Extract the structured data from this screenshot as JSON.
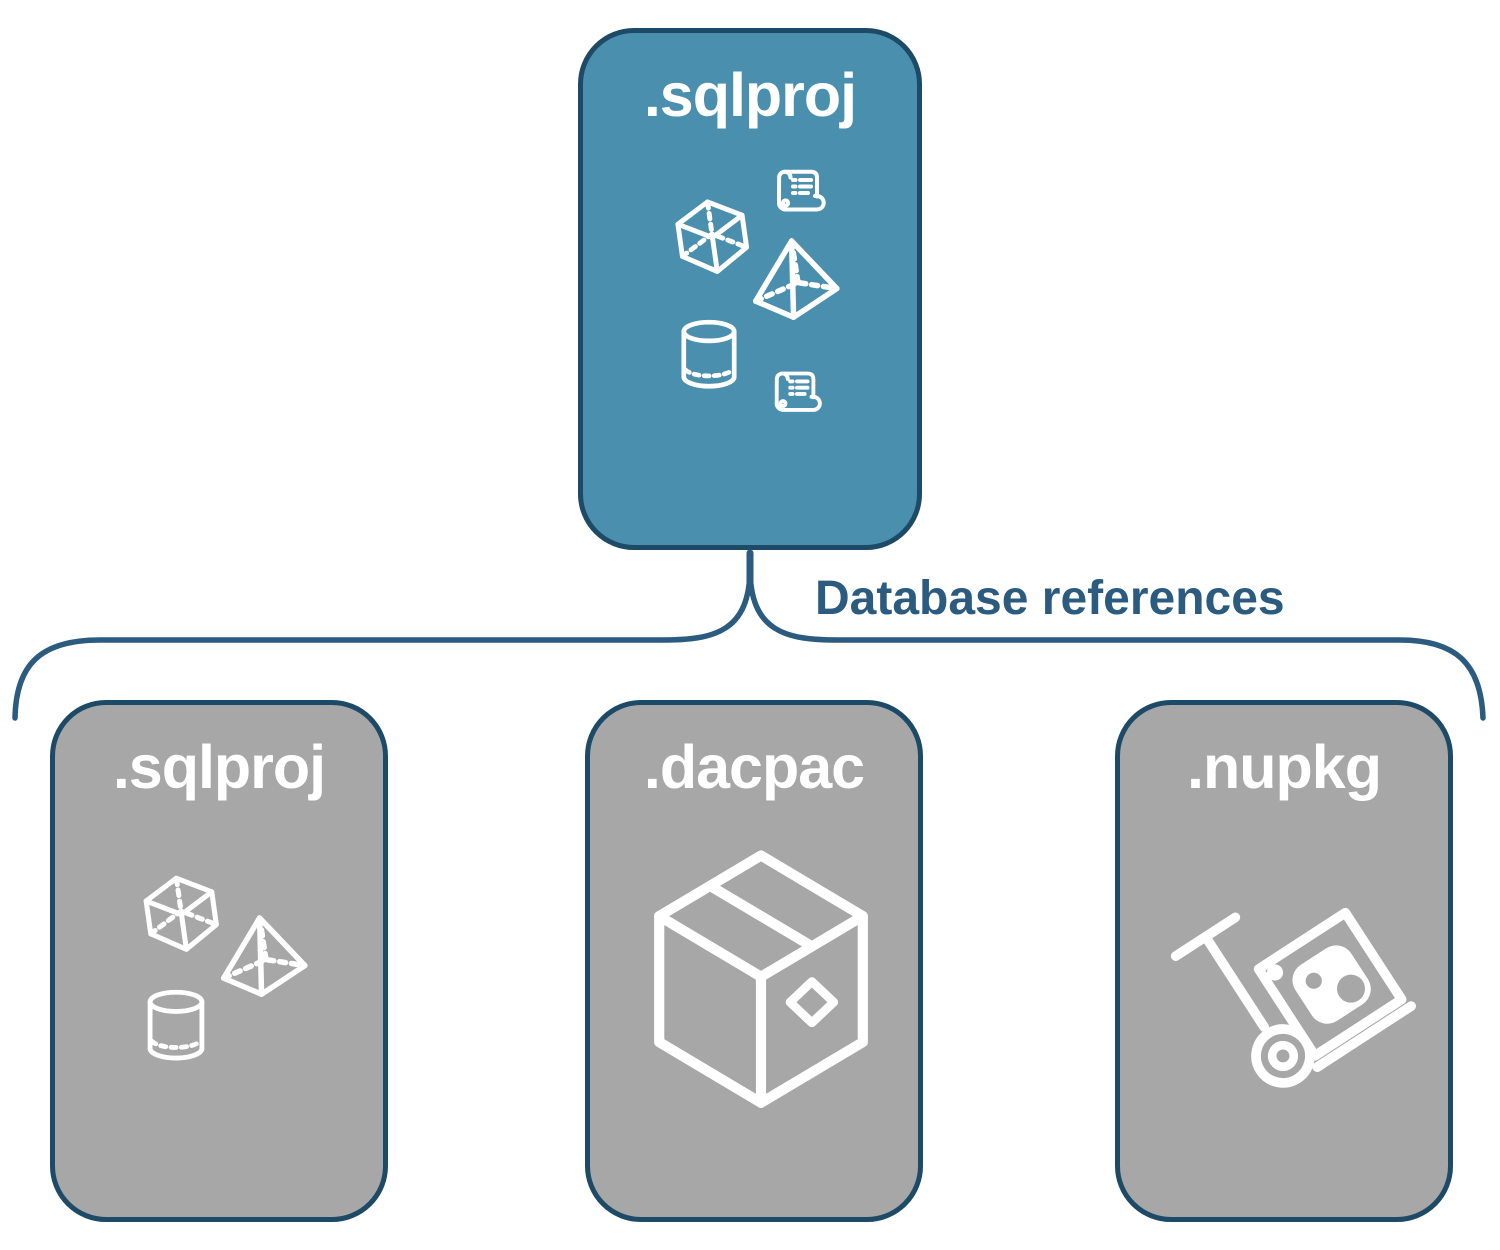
{
  "diagram": {
    "top_node": {
      "label": ".sqlproj",
      "icons": [
        "cube-icon",
        "scroll-icon",
        "pyramid-icon",
        "cylinder-icon",
        "scroll-icon"
      ]
    },
    "connector": {
      "label": "Database references"
    },
    "child_nodes": [
      {
        "label": ".sqlproj",
        "icons": [
          "cube-icon",
          "pyramid-icon",
          "cylinder-icon"
        ]
      },
      {
        "label": ".dacpac",
        "icons": [
          "package-box-icon"
        ]
      },
      {
        "label": ".nupkg",
        "icons": [
          "nuget-hand-truck-icon"
        ]
      }
    ],
    "colors": {
      "top_fill": "#4A8FAD",
      "node_border": "#1D4A66",
      "child_fill": "#A7A7A7",
      "brace": "#2B5B7E",
      "label_text": "#FFFFFF"
    }
  }
}
